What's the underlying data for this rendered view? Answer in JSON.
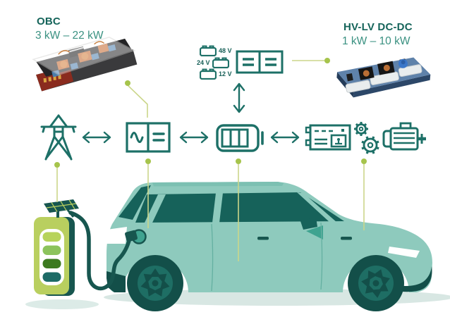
{
  "palette": {
    "icon_teal": "#1d7067",
    "title_teal": "#15645a",
    "range_teal": "#3a9181",
    "connector_line": "#cbd68a",
    "connector_dot": "#a6c44c",
    "car_body": "#8ecabd",
    "car_glass": "#16625a",
    "car_dark": "#134f49",
    "car_accent": "#3fa390",
    "station_body": "#b9cf5f",
    "station_dark": "#17564f",
    "battery_bar_colors": [
      "#b7d35b",
      "#8cc35c",
      "#3c7a1f",
      "#1d6b66"
    ],
    "ground_shadow": "#d8e7e3"
  },
  "modules": {
    "obc": {
      "title": "OBC",
      "range": "3 kW – 22 kW",
      "photo": "obc-circuit-board-photo"
    },
    "dcdc": {
      "title": "HV-LV DC-DC",
      "range": "1 kW – 10 kW",
      "photo": "dcdc-circuit-board-photo"
    }
  },
  "aux_batteries": [
    {
      "label": "48 V"
    },
    {
      "label": "24 V"
    },
    {
      "label": "12 V"
    }
  ],
  "flow_row": {
    "icons": [
      "grid-pylon-icon",
      "bidirectional-arrow-icon",
      "ac-dc-converter-icon",
      "bidirectional-arrow-icon",
      "hv-battery-icon",
      "bidirectional-arrow-icon",
      "inverter-pcb-icon",
      "gears-icon",
      "electric-motor-icon"
    ],
    "vertical_link": "bidirectional-vertical-arrow-icon"
  },
  "illustrations": [
    "ev-car",
    "charging-station",
    "charging-cable"
  ]
}
